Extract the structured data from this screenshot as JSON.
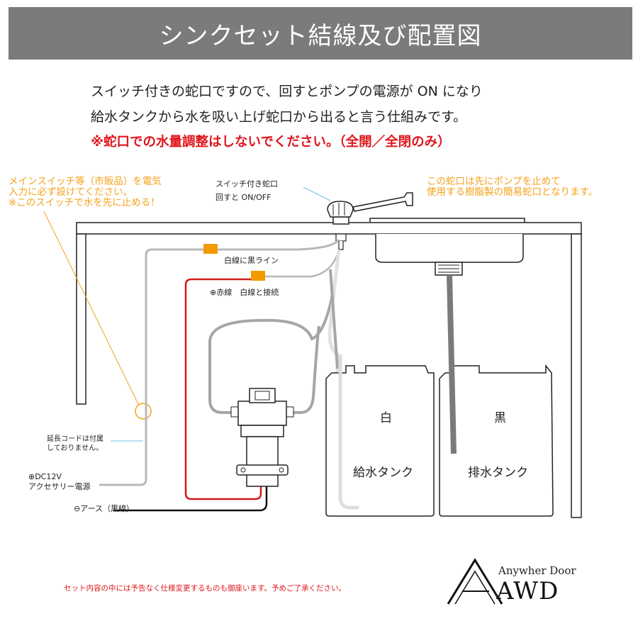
{
  "title": "シンクセット結線及び配置図",
  "intro": {
    "line1": "スイッチ付きの蛇口ですので、回すとポンプの電源が ON になり",
    "line2": "給水タンクから水を吸い上げ蛇口から出ると言う仕組みです。",
    "line3": "※蛇口での水量調整はしないでください。（全開／全閉のみ）"
  },
  "notes": {
    "main_switch": [
      "メインスイッチ等（市販品）を電気",
      "入力に必ず設けてください。",
      "※このスイッチで水を先に止める！"
    ],
    "faucet_note": [
      "この蛇口は先にポンプを止めて",
      "使用する樹脂製の簡易蛇口となります。"
    ]
  },
  "labels": {
    "faucet": [
      "スイッチ付き蛇口",
      "回すと ON/OFF"
    ],
    "white_black_line": "白線に黒ライン",
    "red_white": "⊕赤線　白線と接続",
    "extension": [
      "延長コードは付属",
      "しておりません。"
    ],
    "dc12v": [
      "⊕DC12V",
      "アクセサリー電源"
    ],
    "earth": "⊖アース（黒線）"
  },
  "tanks": {
    "supply": {
      "color": "白",
      "name": "給水タンク"
    },
    "drain": {
      "color": "黒",
      "name": "排水タンク"
    }
  },
  "footer": "セット内容の中には予告なく仕様変更するものも御座います。予めご了承ください。",
  "brand": {
    "tagline": "Anywher Door",
    "logo": "AWD"
  },
  "colors": {
    "title_bg": "#7b7b7b",
    "warning": "#e0161b",
    "note": "#f4a21b",
    "connector": "#f39a00",
    "red_wire": "#d11a1a",
    "hose": "#a6a6a6",
    "drain_hose": "#7a7a7a"
  }
}
